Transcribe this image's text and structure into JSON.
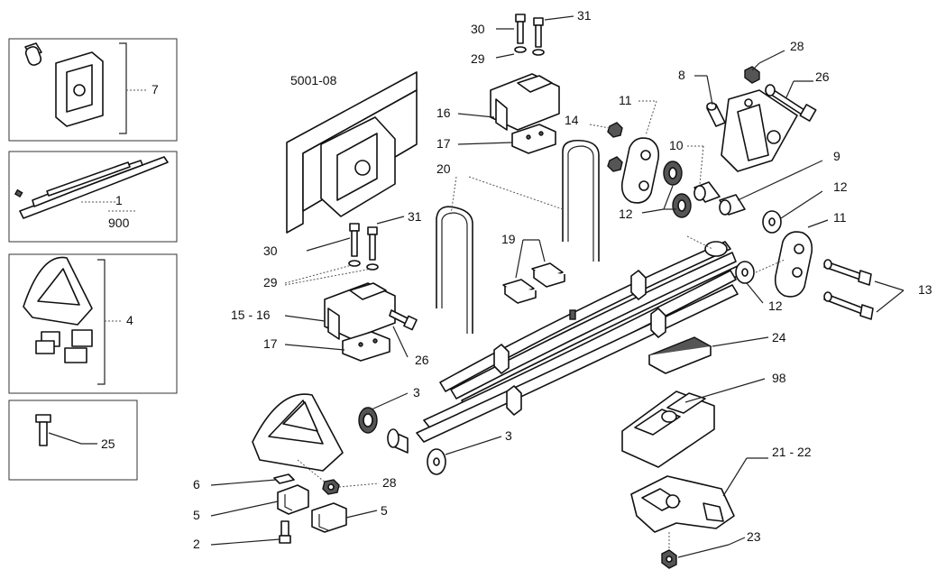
{
  "drawing_code": "5001-08",
  "callouts": {
    "c7": "7",
    "c1": "1",
    "c900": "900",
    "c4": "4",
    "c25": "25",
    "c30a": "30",
    "c31a": "31",
    "c29a": "29",
    "c16a": "16",
    "c17a": "17",
    "c20": "20",
    "c30b": "30",
    "c31b": "31",
    "c29b": "29",
    "c1516": "15 - 16",
    "c17b": "17",
    "c26b": "26",
    "c19": "19",
    "c14": "14",
    "c11a": "11",
    "c12a": "12",
    "c8": "8",
    "c28a": "28",
    "c26a": "26",
    "c10": "10",
    "c9": "9",
    "c12b": "12",
    "c11b": "11",
    "c13": "13",
    "c12c": "12",
    "c24": "24",
    "c98": "98",
    "c2122": "21 - 22",
    "c23": "23",
    "c3a": "3",
    "c3b": "3",
    "c6": "6",
    "c5a": "5",
    "c5b": "5",
    "c2": "2",
    "c28b": "28"
  }
}
